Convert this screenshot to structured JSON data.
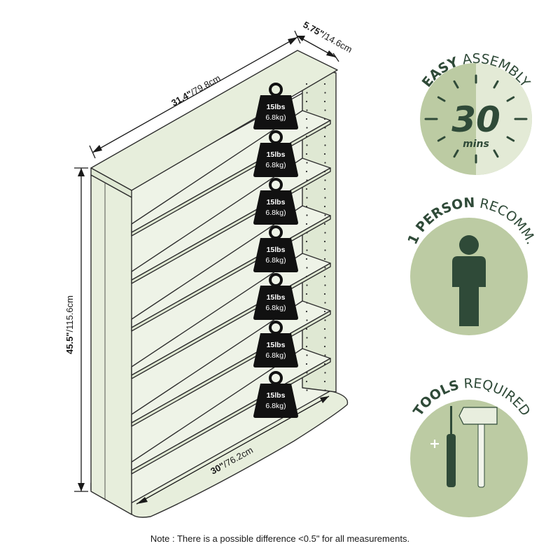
{
  "dimensions": {
    "width_in": "31.4\"",
    "width_cm": "/79.8cm",
    "depth_in": "5.75\"",
    "depth_cm": "/14.6cm",
    "height_in": "45.5\"",
    "height_cm": "/115.6cm",
    "base_in": "30\"",
    "base_cm": "/76.2cm"
  },
  "weights": [
    {
      "lbs": "15lbs",
      "kg": "6.8kg)"
    },
    {
      "lbs": "15lbs",
      "kg": "6.8kg)"
    },
    {
      "lbs": "15lbs",
      "kg": "6.8kg)"
    },
    {
      "lbs": "15lbs",
      "kg": "6.8kg)"
    },
    {
      "lbs": "15lbs",
      "kg": "6.8kg)"
    },
    {
      "lbs": "15lbs",
      "kg": "6.8kg)"
    },
    {
      "lbs": "15lbs",
      "kg": "6.8kg)"
    }
  ],
  "badges": {
    "assembly": {
      "bold": "EASY",
      "normal": " ASSEMBLY",
      "number": "30",
      "unit": "mins"
    },
    "person": {
      "bold": "1 PERSON",
      "normal": " RECOMM."
    },
    "tools": {
      "bold": "TOOLS",
      "normal": " REQUIRED"
    }
  },
  "note": "Note : There is a possible difference <0.5\" for all measurements.",
  "colors": {
    "shelf_fill": "#e7eedc",
    "shelf_side": "#dfe8d3",
    "outline": "#2f2f2f",
    "badge_bg": "#bccba3",
    "badge_light": "#e3ead6",
    "badge_dark": "#2f4a38",
    "weight": "#111111"
  }
}
